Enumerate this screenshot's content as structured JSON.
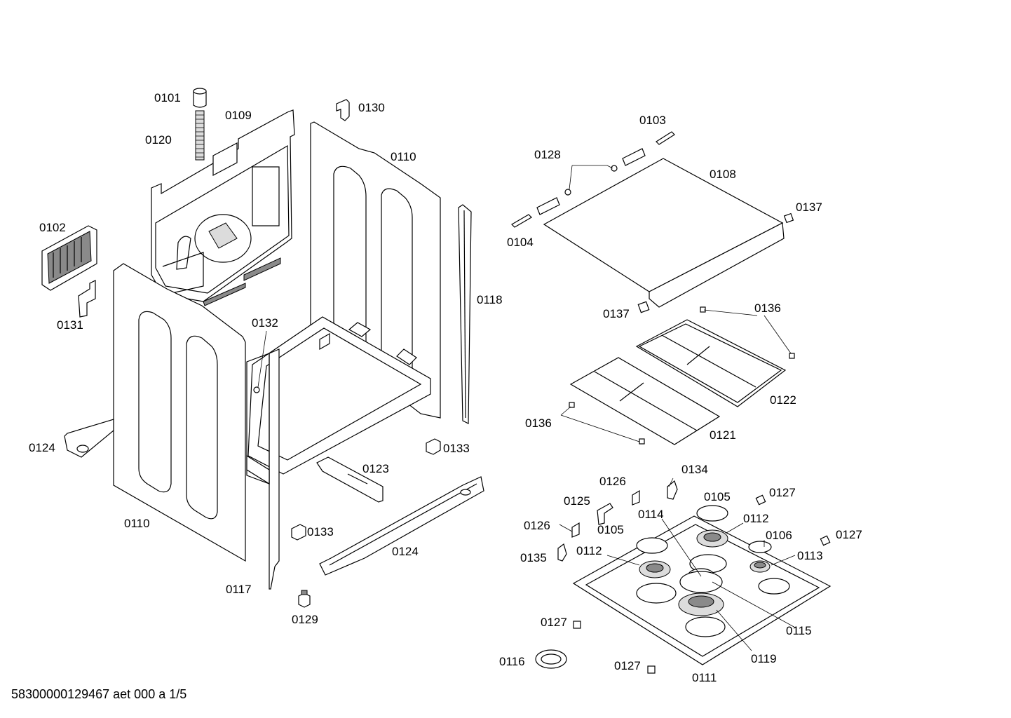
{
  "footer_text": "58300000129467 aet 000 a 1/5",
  "labels": {
    "l0101": "0101",
    "l0109": "0109",
    "l0120": "0120",
    "l0130": "0130",
    "l0110a": "0110",
    "l0102": "0102",
    "l0131": "0131",
    "l0132": "0132",
    "l0118": "0118",
    "l0124a": "0124",
    "l0133a": "0133",
    "l0123": "0123",
    "l0110b": "0110",
    "l0133b": "0133",
    "l0124b": "0124",
    "l0117": "0117",
    "l0129": "0129",
    "l0103": "0103",
    "l0128": "0128",
    "l0108": "0108",
    "l0137a": "0137",
    "l0104": "0104",
    "l0137b": "0137",
    "l0136a": "0136",
    "l0122": "0122",
    "l0136b": "0136",
    "l0121": "0121",
    "l0126a": "0126",
    "l0134": "0134",
    "l0125": "0125",
    "l0105a": "0105",
    "l0127a": "0127",
    "l0114": "0114",
    "l0112a": "0112",
    "l0126b": "0126",
    "l0105b": "0105",
    "l0106": "0106",
    "l0127b": "0127",
    "l0135": "0135",
    "l0112b": "0112",
    "l0113": "0113",
    "l0127c": "0127",
    "l0115": "0115",
    "l0116": "0116",
    "l0119": "0119",
    "l0127d": "0127",
    "l0111": "0111"
  }
}
